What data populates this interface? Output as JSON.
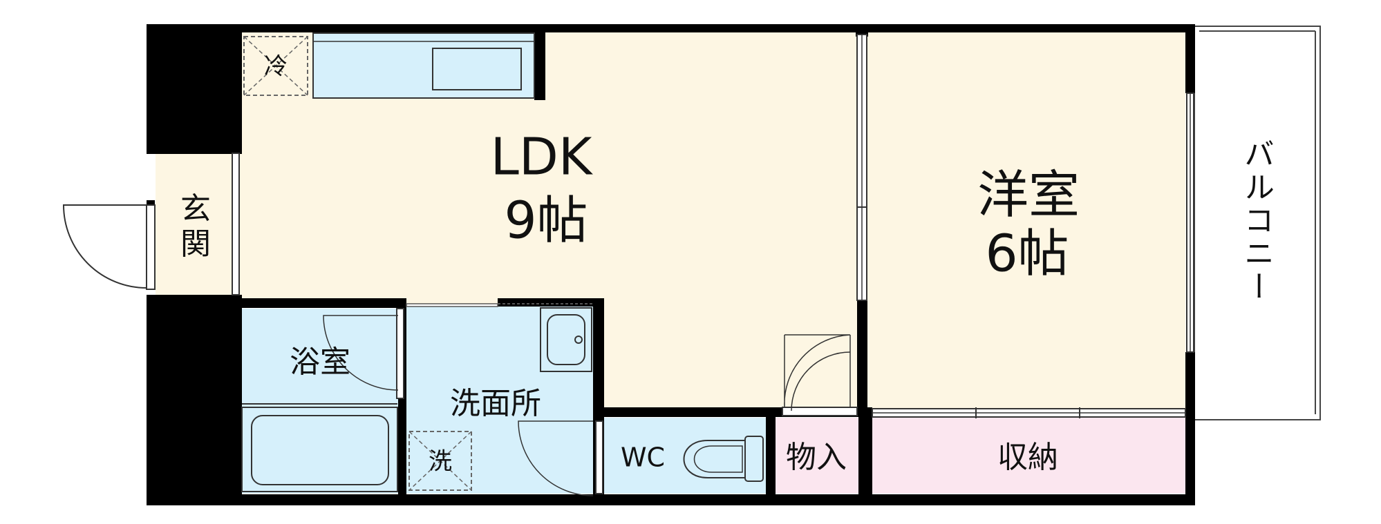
{
  "colors": {
    "ldk_floor": "#fdf6e3",
    "western_floor": "#fdf6e3",
    "genkan_floor": "#fdf6e3",
    "wet_area_floor": "#d6f0fb",
    "storage_floor": "#fbe6ef",
    "wall": "#000000",
    "line": "#555555"
  },
  "rooms": {
    "ldk": {
      "name": "LDK",
      "size": "9帖"
    },
    "western": {
      "name": "洋室",
      "size": "6帖"
    },
    "genkan": {
      "char1": "玄",
      "char2": "関"
    },
    "bath": {
      "name": "浴室"
    },
    "washroom": {
      "name": "洗面所"
    },
    "wc": {
      "name": "WC"
    },
    "closet": {
      "name": "物入"
    },
    "storage": {
      "name": "収納"
    },
    "balcony": {
      "name": "バルコニー"
    }
  },
  "fixtures": {
    "fridge": "冷",
    "washer": "洗"
  }
}
